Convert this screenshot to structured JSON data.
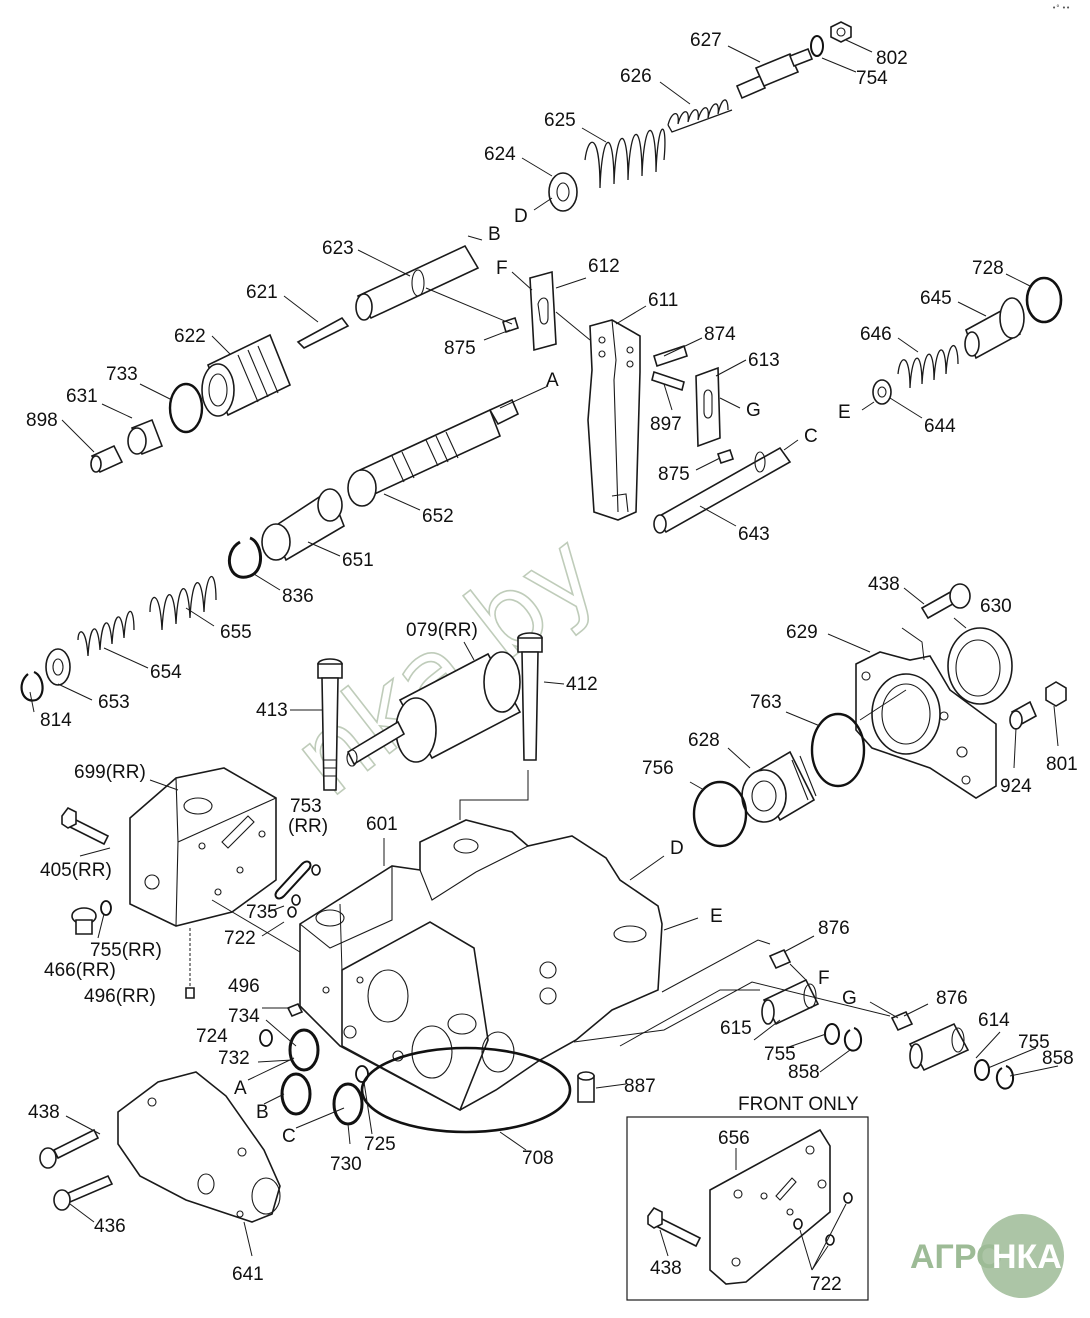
{
  "watermark": "nka.by",
  "logo": {
    "left": "АГРО",
    "right": "НКА",
    "color": "#8fb08a"
  },
  "corner_mark": "•° ••",
  "inset_title": "FRONT ONLY",
  "labels": {
    "l627": "627",
    "l802": "802",
    "l754": "754",
    "l626": "626",
    "l625": "625",
    "l624": "624",
    "lD1": "D",
    "l623": "623",
    "lB1": "B",
    "l621": "621",
    "l612": "612",
    "lF1": "F",
    "l611": "611",
    "l728": "728",
    "l645": "645",
    "l622": "622",
    "l875a": "875",
    "l874": "874",
    "l613": "613",
    "l646": "646",
    "l733": "733",
    "l631": "631",
    "lA1": "A",
    "l898": "898",
    "l897": "897",
    "lG1": "G",
    "lE1": "E",
    "l644": "644",
    "lC1": "C",
    "l875b": "875",
    "l652": "652",
    "l643": "643",
    "l651": "651",
    "l836": "836",
    "l655": "655",
    "l438a": "438",
    "l630": "630",
    "l079": "079(RR)",
    "l629": "629",
    "l654": "654",
    "l412": "412",
    "l653": "653",
    "l814": "814",
    "l413": "413",
    "l763": "763",
    "l628": "628",
    "l699": "699(RR)",
    "l756": "756",
    "l801": "801",
    "l924": "924",
    "l753": "753",
    "l753rr": "(RR)",
    "l601": "601",
    "l405": "405(RR)",
    "lD2": "D",
    "l735": "735",
    "l755rr": "755(RR)",
    "l722a": "722",
    "lE2": "E",
    "l876a": "876",
    "l466": "466(RR)",
    "l496rr": "496(RR)",
    "lF2": "F",
    "l496": "496",
    "lG2": "G",
    "l876b": "876",
    "l734": "734",
    "l724": "724",
    "l615": "615",
    "l614": "614",
    "l732": "732",
    "l755a": "755",
    "l755b": "755",
    "l858a": "858",
    "l858b": "858",
    "lA2": "A",
    "l887": "887",
    "l438b": "438",
    "lB2": "B",
    "lC2": "C",
    "l730": "730",
    "l725": "725",
    "l708": "708",
    "l656": "656",
    "l436": "436",
    "l438c": "438",
    "l722b": "722",
    "l641": "641"
  }
}
